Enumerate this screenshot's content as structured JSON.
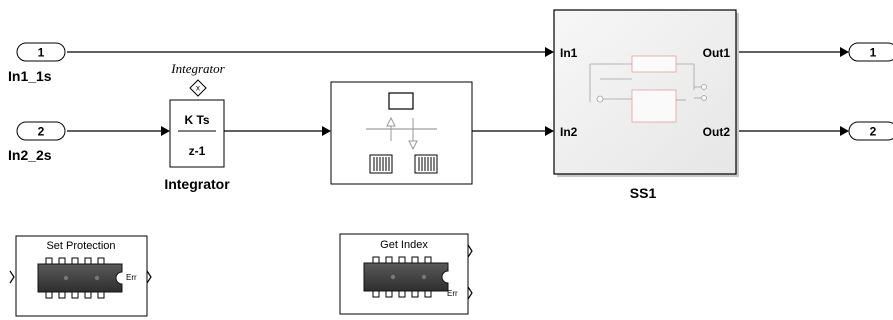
{
  "inports": [
    {
      "number": "1",
      "name": "In1_1s"
    },
    {
      "number": "2",
      "name": "In2_2s"
    }
  ],
  "outports": [
    {
      "number": "1"
    },
    {
      "number": "2"
    }
  ],
  "integrator": {
    "title": "Integrator",
    "numerator": "K Ts",
    "denominator": "z-1",
    "name": "Integrator"
  },
  "subsystem": {
    "name": "SS1",
    "in_ports": [
      "In1",
      "In2"
    ],
    "out_ports": [
      "Out1",
      "Out2"
    ]
  },
  "set_protection": {
    "title": "Set Protection",
    "err_label": "Err"
  },
  "get_index": {
    "title": "Get Index",
    "err_label": "Err"
  }
}
